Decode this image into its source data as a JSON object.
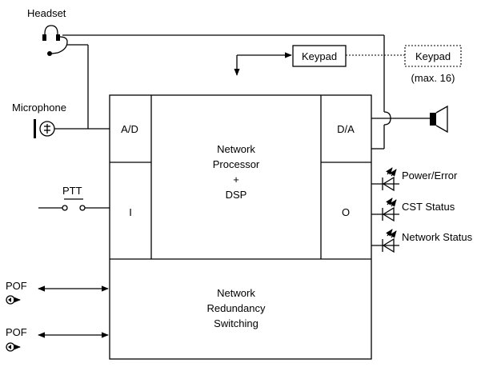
{
  "labels": {
    "headset": "Headset",
    "microphone": "Microphone",
    "ptt": "PTT",
    "pof_1": "POF",
    "pof_2": "POF",
    "keypad": "Keypad",
    "keypad_ext": "Keypad",
    "keypad_max": "(max. 16)",
    "ad": "A/D",
    "da": "D/A",
    "input": "I",
    "output": "O",
    "processor_1": "Network",
    "processor_2": "Processor",
    "processor_3": "+",
    "processor_4": "DSP",
    "redundancy_1": "Network",
    "redundancy_2": "Redundancy",
    "redundancy_3": "Switching",
    "power_error": "Power/Error",
    "cst_status": "CST Status",
    "network_status": "Network Status"
  },
  "icons": {
    "headset": "headset-icon",
    "microphone": "microphone-icon",
    "speaker": "speaker-icon",
    "ptt": "switch-icon",
    "led": "led-icon",
    "pof": "fiber-connector-icon"
  }
}
